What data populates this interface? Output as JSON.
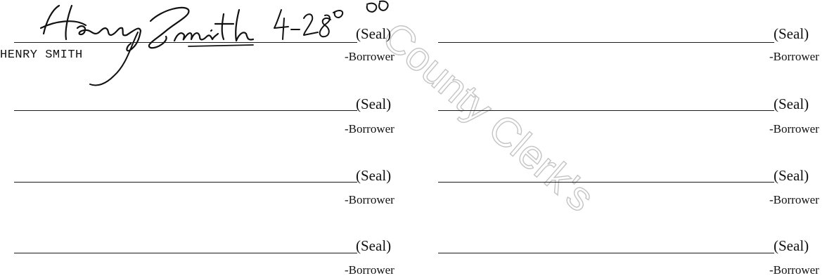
{
  "signature_block": {
    "typed_name": "HENRY SMITH",
    "seal_label": "(Seal)",
    "borrower_label": "-Borrower"
  },
  "signature": {
    "name": "Henry Smith",
    "date": "4-28-00"
  },
  "watermark": {
    "text": "County Clerk's",
    "color": "#c8c8c8"
  }
}
